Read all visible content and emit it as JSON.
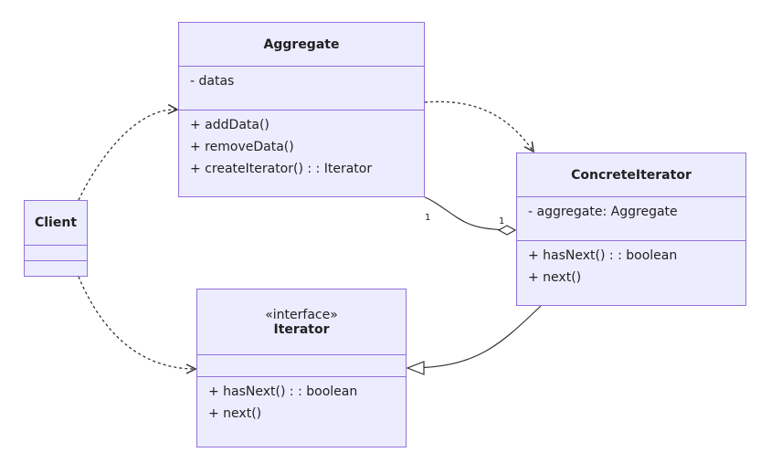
{
  "classes": {
    "aggregate": {
      "name": "Aggregate",
      "attributes": [
        "- datas"
      ],
      "methods": [
        "+ addData()",
        "+ removeData()",
        "+ createIterator() : : Iterator"
      ]
    },
    "concrete_iterator": {
      "name": "ConcreteIterator",
      "attributes": [
        "- aggregate: Aggregate"
      ],
      "methods": [
        "+ hasNext() : : boolean",
        "+ next()"
      ]
    },
    "client": {
      "name": "Client",
      "attributes": [],
      "methods": []
    },
    "iterator": {
      "stereotype": "«interface»",
      "name": "Iterator",
      "attributes": [],
      "methods": [
        "+ hasNext() : : boolean",
        "+ next()"
      ]
    }
  },
  "relations": {
    "aggregation": {
      "from": "Aggregate",
      "to": "ConcreteIterator",
      "source_multiplicity": "1",
      "target_multiplicity": "1"
    },
    "client_aggregate": {
      "from": "Client",
      "to": "Aggregate",
      "type": "dependency"
    },
    "client_iterator": {
      "from": "Client",
      "to": "Iterator",
      "type": "dependency"
    },
    "aggregate_concrete": {
      "from": "Aggregate",
      "to": "ConcreteIterator",
      "type": "dependency"
    },
    "concrete_iterator": {
      "from": "ConcreteIterator",
      "to": "Iterator",
      "type": "realization"
    }
  },
  "colors": {
    "class_fill": "#ececff",
    "class_border": "#9370db",
    "edge": "#333333"
  }
}
